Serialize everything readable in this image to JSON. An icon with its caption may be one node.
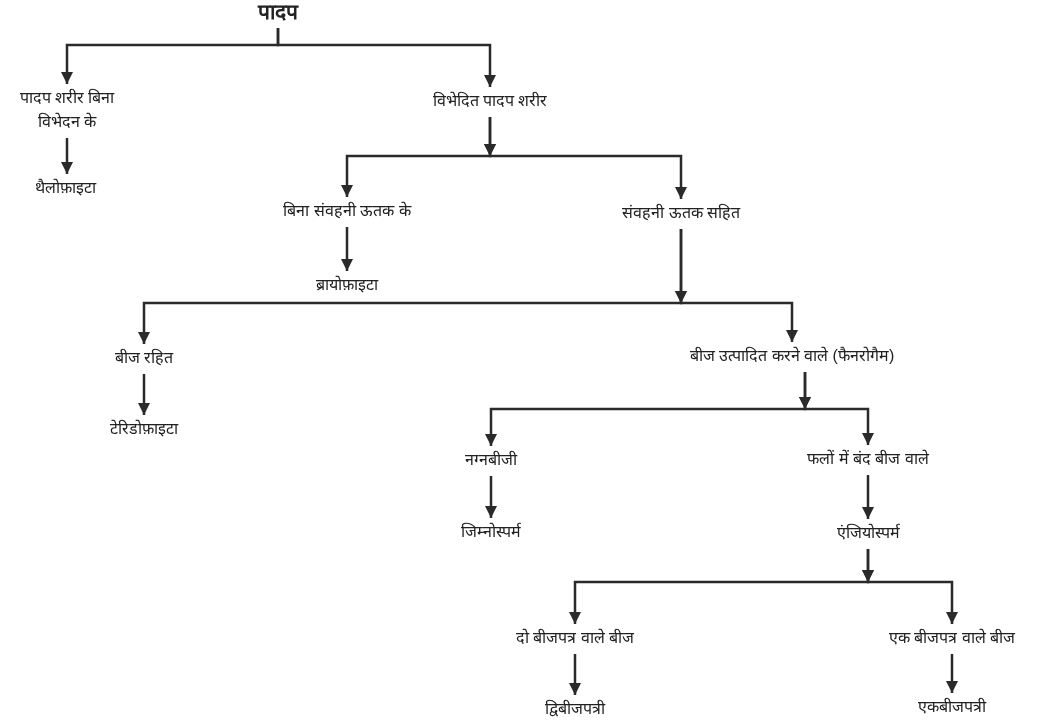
{
  "diagram": {
    "nodes": [
      {
        "text": [
          "पादप"
        ]
      },
      {
        "text": [
          "पादप शरीर बिना विभेदन के"
        ]
      },
      {
        "text": [
          "विभेदित पादप शरीर"
        ]
      },
      {
        "text": [
          "थैलोफ़ाइटा"
        ]
      },
      {
        "text": [
          "बिना संवहनी ऊतक के"
        ]
      },
      {
        "text": [
          "संवहनी ऊतक सहित"
        ]
      },
      {
        "text": [
          "ब्रायोफ़ाइटा"
        ]
      },
      {
        "text": [
          "बीज रहित"
        ]
      },
      {
        "text": [
          "बीज उत्पादित करने वाले (फैनरोगैम)"
        ]
      },
      {
        "text": [
          "टेरिडोफ़ाइटा"
        ]
      },
      {
        "text": [
          "नग्नबीजी"
        ]
      },
      {
        "text": [
          "फलों में बंद बीज वाले"
        ]
      },
      {
        "text": [
          "जिम्नोस्पर्म"
        ]
      },
      {
        "text": [
          "एंजियोस्पर्म"
        ]
      },
      {
        "text": [
          "दो बीजपत्र वाले बीज"
        ]
      },
      {
        "text": [
          "एक बीजपत्र वाले बीज"
        ]
      },
      {
        "text": [
          "द्विबीजपत्री"
        ]
      },
      {
        "text": [
          "एकबीजपत्री"
        ]
      }
    ],
    "edges": [
      {
        "from": 0,
        "to": 1,
        "arrow": "to"
      },
      {
        "from": 0,
        "to": 2,
        "arrow": "to"
      },
      {
        "from": 1,
        "to": 3,
        "arrow": "to"
      },
      {
        "from": 2,
        "to": 4,
        "arrow": "to"
      },
      {
        "from": 2,
        "to": 5,
        "arrow": "to"
      },
      {
        "from": 4,
        "to": 6,
        "arrow": "to"
      },
      {
        "from": 5,
        "to": 7,
        "arrow": "to"
      },
      {
        "from": 5,
        "to": 8,
        "arrow": "to"
      },
      {
        "from": 7,
        "to": 9,
        "arrow": "to"
      },
      {
        "from": 8,
        "to": 10,
        "arrow": "to"
      },
      {
        "from": 8,
        "to": 11,
        "arrow": "to"
      },
      {
        "from": 10,
        "to": 12,
        "arrow": "to"
      },
      {
        "from": 11,
        "to": 13,
        "arrow": "to"
      },
      {
        "from": 13,
        "to": 14,
        "arrow": "to"
      },
      {
        "from": 13,
        "to": 15,
        "arrow": "to"
      },
      {
        "from": 14,
        "to": 16,
        "arrow": "to"
      },
      {
        "from": 15,
        "to": 17,
        "arrow": "to"
      }
    ]
  }
}
